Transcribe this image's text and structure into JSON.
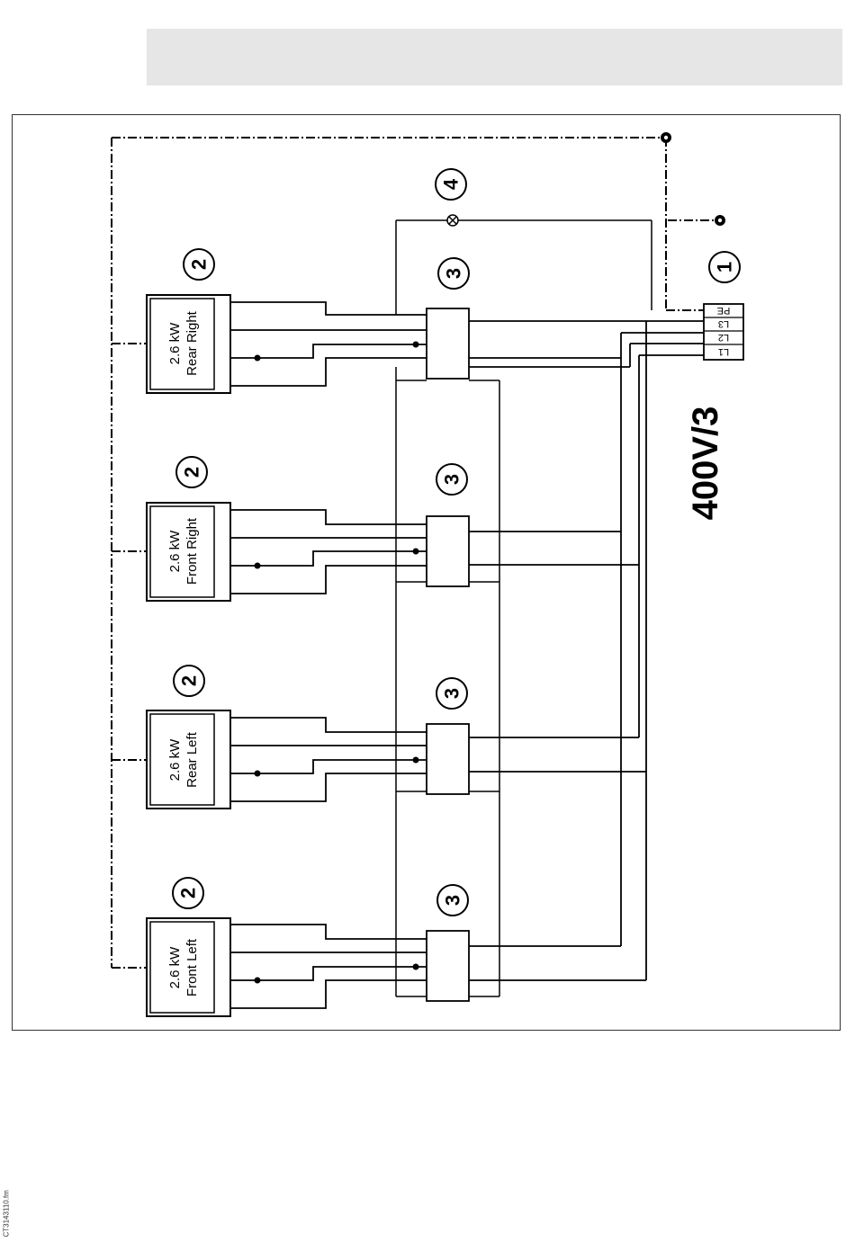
{
  "hobs": [
    {
      "power": "2.6 kW",
      "position": "Rear Right",
      "callout": "2"
    },
    {
      "power": "2.6 kW",
      "position": "Front Right",
      "callout": "2"
    },
    {
      "power": "2.6 kW",
      "position": "Rear Left",
      "callout": "2"
    },
    {
      "power": "2.6 kW",
      "position": "Front Left",
      "callout": "2"
    }
  ],
  "switch_callout": "3",
  "lamp_callout": "4",
  "terminal_callout": "1",
  "terminal_labels": [
    "PE",
    "L3",
    "L2",
    "L1"
  ],
  "voltage_label": "400V/3",
  "footer_code": "CT3143110.fm"
}
